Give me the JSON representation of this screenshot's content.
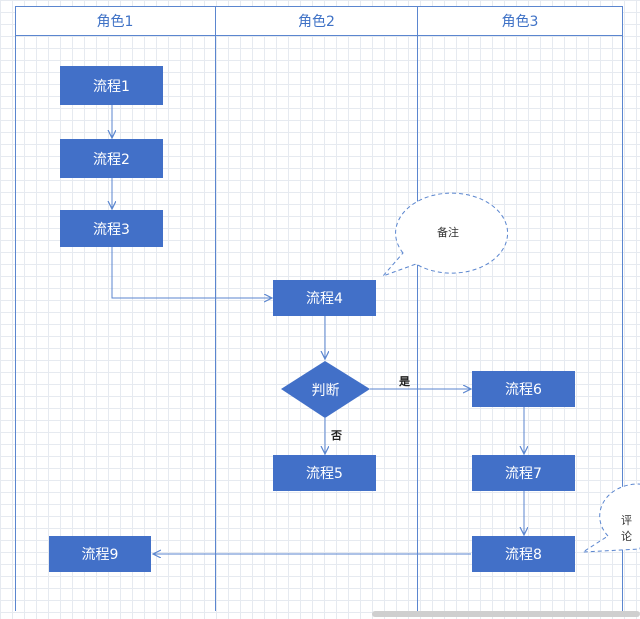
{
  "lanes": [
    "角色1",
    "角色2",
    "角色3"
  ],
  "nodes": {
    "p1": "流程1",
    "p2": "流程2",
    "p3": "流程3",
    "p4": "流程4",
    "p5": "流程5",
    "p6": "流程6",
    "p7": "流程7",
    "p8": "流程8",
    "p9": "流程9"
  },
  "decision": "判断",
  "edge_labels": {
    "yes": "是",
    "no": "否"
  },
  "notes": {
    "note1": "备注",
    "note2": "评论"
  },
  "colors": {
    "node": "#4270c8",
    "line": "#5b86cf",
    "lane_text": "#3f72c6",
    "grid": "#e6eaf0"
  }
}
